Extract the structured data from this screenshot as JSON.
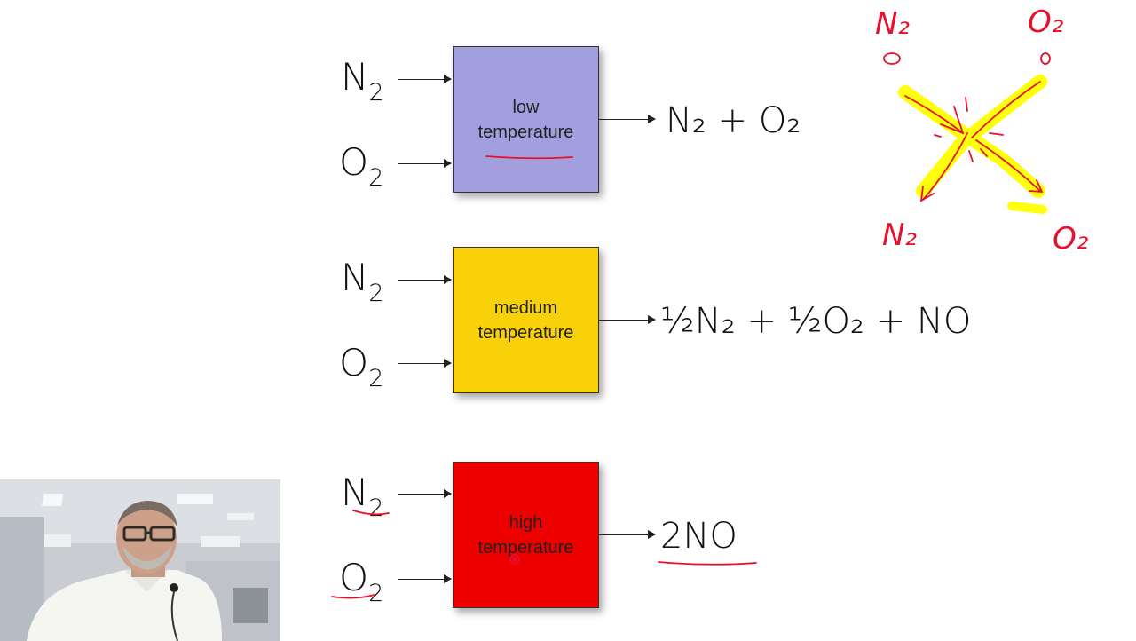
{
  "rows": [
    {
      "box_label_line1": "low",
      "box_label_line2": "temperature",
      "box_color": "#a29fdf",
      "reactant_top": "N",
      "reactant_top_sub": "2",
      "reactant_bottom": "O",
      "reactant_bottom_sub": "2",
      "product": "N₂ + O₂"
    },
    {
      "box_label_line1": "medium",
      "box_label_line2": "temperature",
      "box_color": "#f8d10a",
      "reactant_top": "N",
      "reactant_top_sub": "2",
      "reactant_bottom": "O",
      "reactant_bottom_sub": "2",
      "product": "½N₂ + ½O₂ + NO"
    },
    {
      "box_label_line1": "high",
      "box_label_line2": "temperature",
      "box_color": "#ee0000",
      "reactant_top": "N",
      "reactant_top_sub": "2",
      "reactant_bottom": "O",
      "reactant_bottom_sub": "2",
      "product": "2NO"
    }
  ],
  "annotation": {
    "ink_color": "#e8102a",
    "highlight_color": "#ffff00",
    "label_top_left": "N₂",
    "label_top_right": "O₂",
    "label_bottom_left": "N₂",
    "label_bottom_right": "O₂"
  }
}
